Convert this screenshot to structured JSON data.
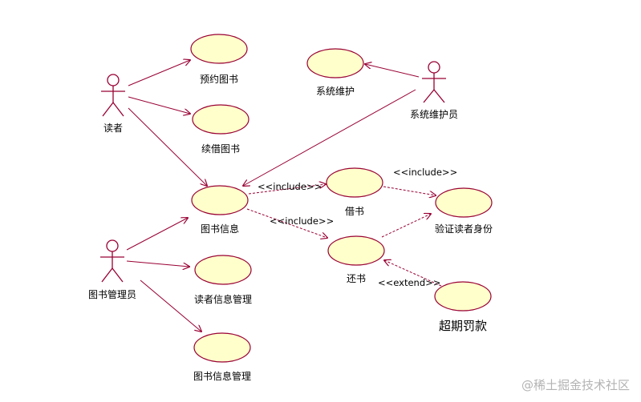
{
  "actors": [
    {
      "id": "reader",
      "label": "读者"
    },
    {
      "id": "sysadmin",
      "label": "系统维护员"
    },
    {
      "id": "librarian",
      "label": "图书管理员"
    }
  ],
  "use_cases": [
    {
      "id": "reserve",
      "label": "预约图书"
    },
    {
      "id": "renew",
      "label": "续借图书"
    },
    {
      "id": "maintain",
      "label": "系统维护"
    },
    {
      "id": "bookinfo",
      "label": "图书信息"
    },
    {
      "id": "borrow",
      "label": "借书"
    },
    {
      "id": "verify",
      "label": "验证读者身份"
    },
    {
      "id": "return",
      "label": "还书"
    },
    {
      "id": "fine",
      "label": "超期罚款"
    },
    {
      "id": "readermgmt",
      "label": "读者信息管理"
    },
    {
      "id": "bookmgmt",
      "label": "图书信息管理"
    }
  ],
  "relations": [
    {
      "id": "include1",
      "label": "<<include>>"
    },
    {
      "id": "include2",
      "label": "<<include>>"
    },
    {
      "id": "include3",
      "label": "<<include>>"
    },
    {
      "id": "extend1",
      "label": "<<extend>>"
    }
  ],
  "watermark": "@稀土掘金技术社区",
  "colors": {
    "outline": "#990033",
    "use_case_fill": "#ffffcc"
  }
}
